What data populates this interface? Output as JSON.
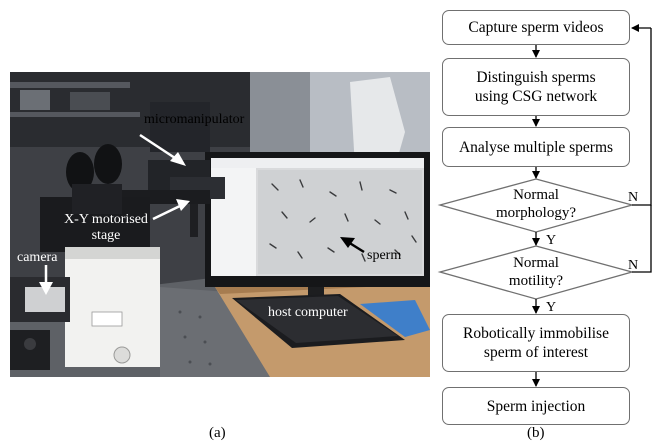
{
  "panel_a": {
    "label": "(a)",
    "annotations": {
      "micromanipulator": "micromanipulator",
      "stage_line1": "X-Y motorised",
      "stage_line2": "stage",
      "camera": "camera",
      "sperm": "sperm",
      "host_computer": "host computer"
    }
  },
  "panel_b": {
    "label": "(b)",
    "steps": {
      "capture": "Capture sperm videos",
      "distinguish_line1": "Distinguish sperms",
      "distinguish_line2": "using CSG network",
      "analyse": "Analyse multiple sperms",
      "immobilise_line1": "Robotically immobilise",
      "immobilise_line2": "sperm of interest",
      "injection": "Sperm injection"
    },
    "decisions": {
      "morphology_line1": "Normal",
      "morphology_line2": "morphology?",
      "motility_line1": "Normal",
      "motility_line2": "motility?"
    },
    "branch_labels": {
      "yes_1": "Y",
      "no_1": "N",
      "yes_2": "Y",
      "no_2": "N"
    }
  }
}
